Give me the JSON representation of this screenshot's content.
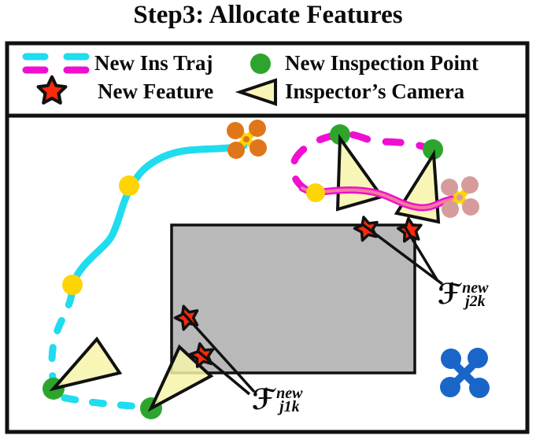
{
  "title": "Step3: Allocate Features",
  "legend": {
    "items": [
      {
        "id": "new-ins-traj",
        "label": "New Ins Traj"
      },
      {
        "id": "new-inspection-point",
        "label": "New Inspection Point"
      },
      {
        "id": "new-feature",
        "label": "New Feature"
      },
      {
        "id": "inspectors-camera",
        "label": "Inspector’s Camera"
      }
    ]
  },
  "annotations": {
    "f_j1k": {
      "script": "ℱ",
      "sup": "new",
      "sub": "j1k"
    },
    "f_j2k": {
      "script": "ℱ",
      "sup": "new",
      "sub": "j2k"
    }
  },
  "icons": {
    "legend": [
      "cyan-dash-icon",
      "magenta-dash-icon",
      "green-circle-icon",
      "red-star-icon",
      "camera-triangle-icon"
    ],
    "scene": [
      "orange-drone-icon",
      "pink-drone-icon",
      "blue-drone-icon"
    ]
  },
  "colors": {
    "traj-cyan": "#1FDCEF",
    "traj-magenta": "#F00FD0",
    "traj-pink-core": "#F27C9B",
    "inspection-green": "#2DA52D",
    "waypoint-yellow": "#FFD405",
    "feature-red": "#FA2A0B",
    "camera-yellow": "#F7F4A9",
    "obstacle-gray": "#B9B9B9",
    "drone-orange": "#E0761A",
    "drone-pink": "#D69C9C",
    "drone-blue": "#1966C8",
    "outline-black": "#111111"
  }
}
